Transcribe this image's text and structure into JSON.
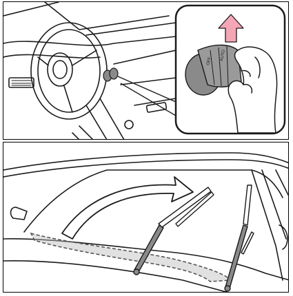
{
  "figure": {
    "description_tags": [
      "windshield-wiper-lever",
      "wiper-blades",
      "windshield"
    ],
    "colors": {
      "line": "#1a1a1a",
      "lever_gray": "#8a8a8a",
      "arrow_pink": "#f4a6b6",
      "shadow_gray": "#bdbdbd"
    }
  }
}
